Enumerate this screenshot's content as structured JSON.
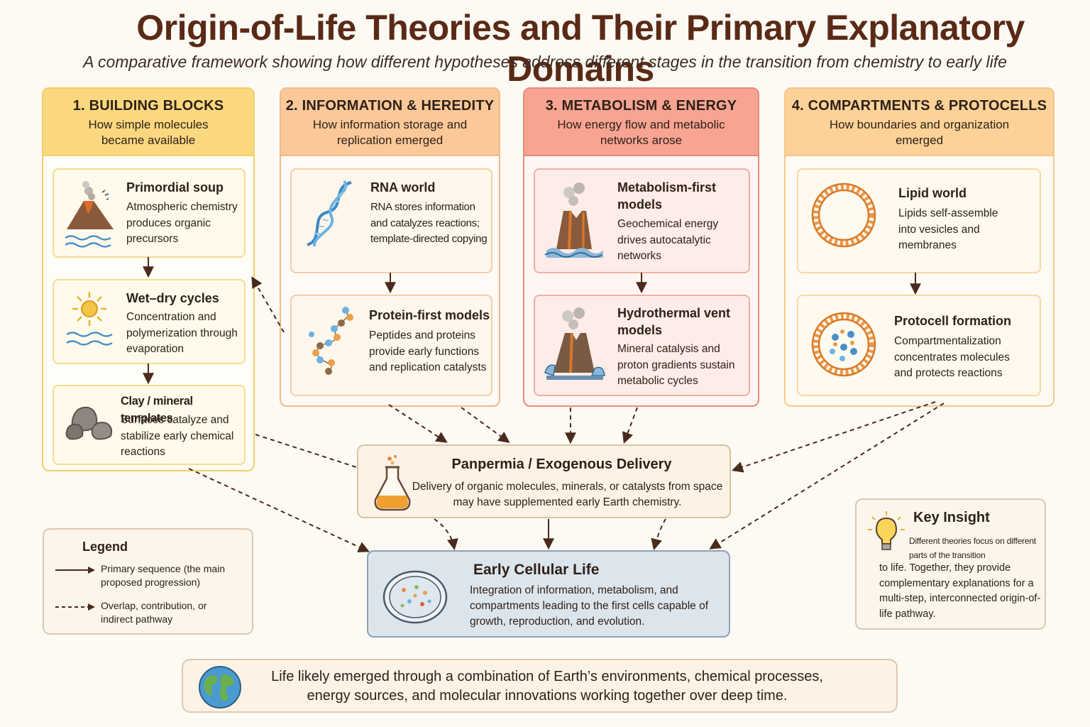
{
  "title": "Origin-of-Life Theories and Their Primary Explanatory Domains",
  "subtitle": "A comparative framework showing how different hypotheses address different stages in the transition from chemistry to early life",
  "columns": [
    {
      "title": "1. BUILDING BLOCKS",
      "desc": "How simple molecules became available",
      "cards": [
        {
          "name": "Primordial soup",
          "desc": "Atmospheric chemistry produces organic precursors",
          "icon": "volcano-ocean-icon"
        },
        {
          "name": "Wet–dry cycles",
          "desc": "Concentration and polymerization through evaporation",
          "icon": "sun-water-icon"
        },
        {
          "name": "Clay / mineral templates",
          "desc": "Surfaces catalyze and stabilize early chemical reactions",
          "icon": "rocks-icon"
        }
      ]
    },
    {
      "title": "2. INFORMATION & HEREDITY",
      "desc": "How information storage and replication emerged",
      "cards": [
        {
          "name": "RNA world",
          "desc": "RNA stores information and catalyzes reactions; template-directed copying",
          "icon": "helix-icon"
        },
        {
          "name": "Protein-first models",
          "desc": "Peptides and proteins provide early functions and replication catalysts",
          "icon": "peptide-chain-icon"
        }
      ]
    },
    {
      "title": "3. METABOLISM & ENERGY",
      "desc": "How energy flow and metabolic networks arose",
      "cards": [
        {
          "name": "Metabolism-first models",
          "desc": "Geochemical energy drives autocatalytic networks",
          "icon": "vent-icon"
        },
        {
          "name": "Hydrothermal vent models",
          "desc": "Mineral catalysis and proton gradients sustain metabolic cycles",
          "icon": "hydrothermal-vent-icon"
        }
      ]
    },
    {
      "title": "4. COMPARTMENTS & PROTOCELLS",
      "desc": "How boundaries and organization emerged",
      "cards": [
        {
          "name": "Lipid world",
          "desc": "Lipids self-assemble into vesicles and membranes",
          "icon": "vesicle-icon"
        },
        {
          "name": "Protocell formation",
          "desc": "Compartmentalization concentrates molecules and protects reactions",
          "icon": "protocell-icon"
        }
      ]
    }
  ],
  "panspermia": {
    "name": "Panpermia / Exogenous Delivery",
    "desc": "Delivery of organic molecules, minerals, or catalysts from space may have supplemented early Earth chemistry."
  },
  "early_life": {
    "name": "Early Cellular Life",
    "desc": "Integration of information, metabolism, and compartments leading to the first cells capable of growth, reproduction, and evolution."
  },
  "legend": {
    "title": "Legend",
    "solid": "Primary sequence (the main proposed progression)",
    "dashed": "Overlap, contribution, or indirect pathway"
  },
  "insight": {
    "title": "Key Insight",
    "text_small": "Different theories focus on different parts of the transition",
    "text": "to life. Together, they provide complementary explanations for a multi-step, interconnected origin-of-life pathway."
  },
  "footer": {
    "text": "Life likely emerged through a combination of Earth’s environments, chemical processes, energy sources, and molecular innovations working together over deep time."
  },
  "colors": {
    "arrow": "#4a2a1c",
    "title": "#5a2a16"
  }
}
